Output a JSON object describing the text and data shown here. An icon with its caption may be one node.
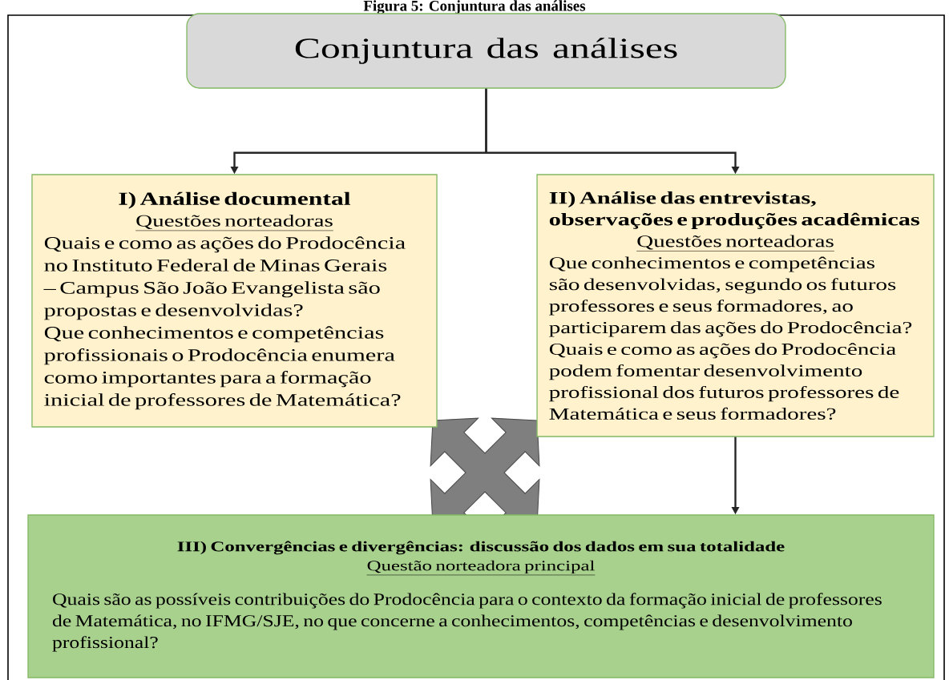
{
  "diagram": {
    "title": "Figura 5: Conjuntura das análises",
    "nodes": [
      {
        "text": [
          "Conjuntura das análises"
        ]
      },
      {
        "text": [
          "I) Análise documental",
          "Questões norteadoras",
          "Quais e como as ações do Prodocência no Instituto Federal de Minas Gerais – Campus São João Evangelista são propostas e desenvolvidas?",
          "Que conhecimentos e competências profissionais o Prodocência enumera como importantes para a formação inicial de professores de Matemática?"
        ]
      },
      {
        "text": [
          "II) Análise das entrevistas, observações e produções acadêmicas",
          "Questões norteadoras",
          "Que conhecimentos e competências são desenvolvidas, segundo os futuros professores e seus formadores, ao participarem das ações do Prodocência?",
          "Quais e como as ações do Prodocência podem fomentar desenvolvimento profissional dos futuros professores de Matemática e seus formadores?"
        ]
      },
      {
        "text": [
          "III) Convergências e divergências: discussão dos dados em sua totalidade",
          "Questão norteadora principal",
          "Quais são as possíveis contribuições do Prodocência para o contexto da formação inicial de professores de Matemática, no IFMG/SJE, no que concerne a conhecimentos, competências e desenvolvimento profissional?"
        ]
      }
    ],
    "edges": [
      {
        "from": 0,
        "to": 1,
        "arrow": "to"
      },
      {
        "from": 0,
        "to": 2,
        "arrow": "to"
      },
      {
        "from": 2,
        "to": 3,
        "arrow": "to"
      }
    ]
  }
}
